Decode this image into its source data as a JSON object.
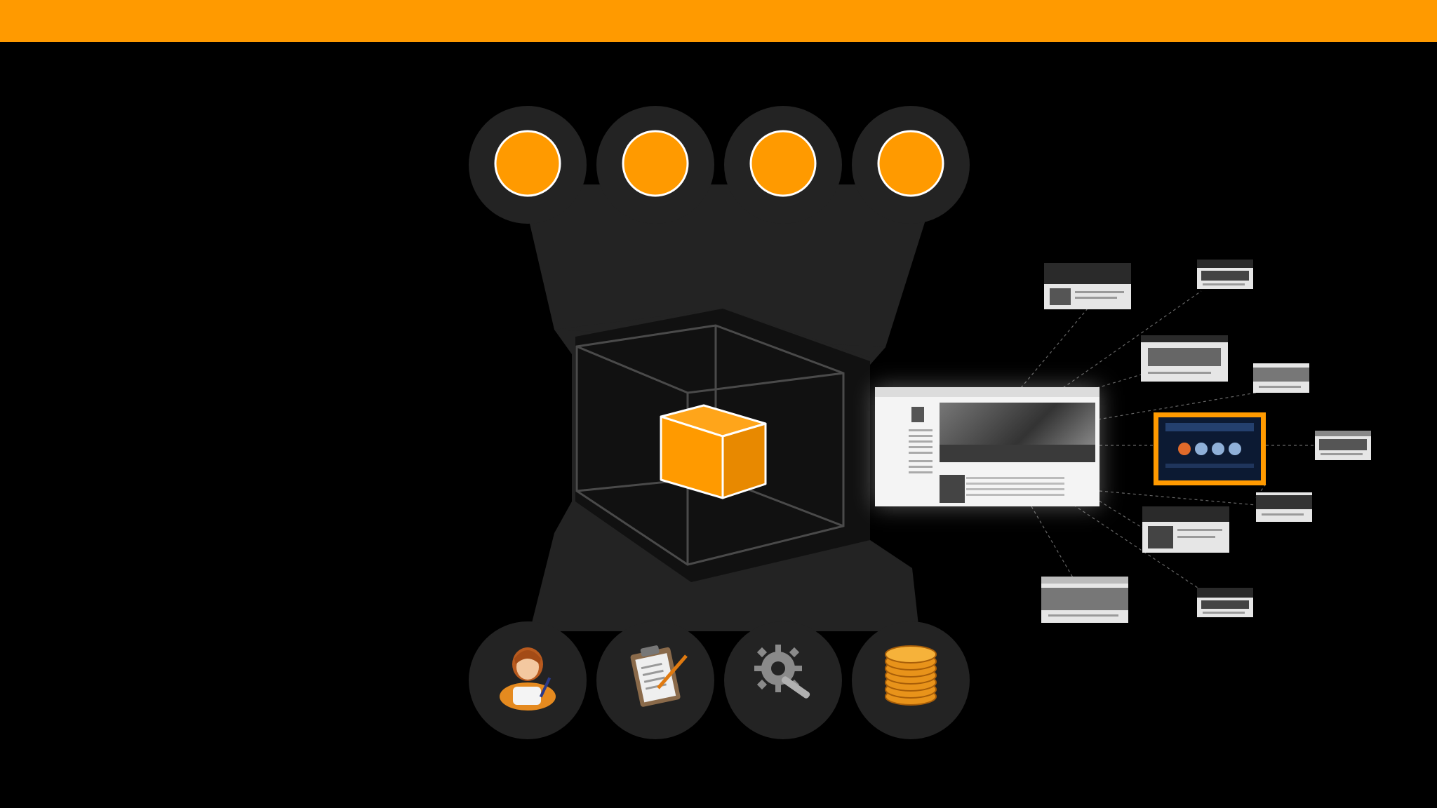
{
  "colors": {
    "accent": "#ff9a00",
    "shape": "#232323",
    "background": "#000000",
    "cube_outline": "#3a3a3a"
  },
  "top_circles": [
    {
      "name": "orange-circle-1"
    },
    {
      "name": "orange-circle-2"
    },
    {
      "name": "orange-circle-3"
    },
    {
      "name": "orange-circle-4"
    }
  ],
  "bottom_icons": [
    {
      "name": "person-icon"
    },
    {
      "name": "clipboard-icon"
    },
    {
      "name": "gear-wrench-icon"
    },
    {
      "name": "coins-icon"
    }
  ]
}
